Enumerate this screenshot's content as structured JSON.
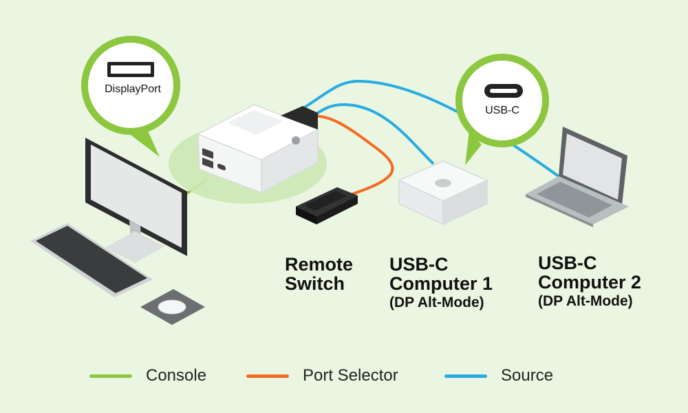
{
  "callouts": {
    "displayport": "DisplayPort",
    "usbc": "USB-C"
  },
  "devices": {
    "remote_switch": [
      "Remote",
      "Switch"
    ],
    "computer1": {
      "line1": "USB-C",
      "line2": "Computer 1",
      "note": "(DP Alt-Mode)"
    },
    "computer2": {
      "line1": "USB-C",
      "line2": "Computer 2",
      "note": "(DP Alt-Mode)"
    }
  },
  "legend": [
    {
      "label": "Console",
      "color": "#8dc63f"
    },
    {
      "label": "Port Selector",
      "color": "#f26b21"
    },
    {
      "label": "Source",
      "color": "#29abe2"
    }
  ],
  "colors": {
    "background": "#eaf6e1",
    "console": "#8dc63f",
    "port_selector": "#f26b21",
    "source": "#29abe2"
  }
}
